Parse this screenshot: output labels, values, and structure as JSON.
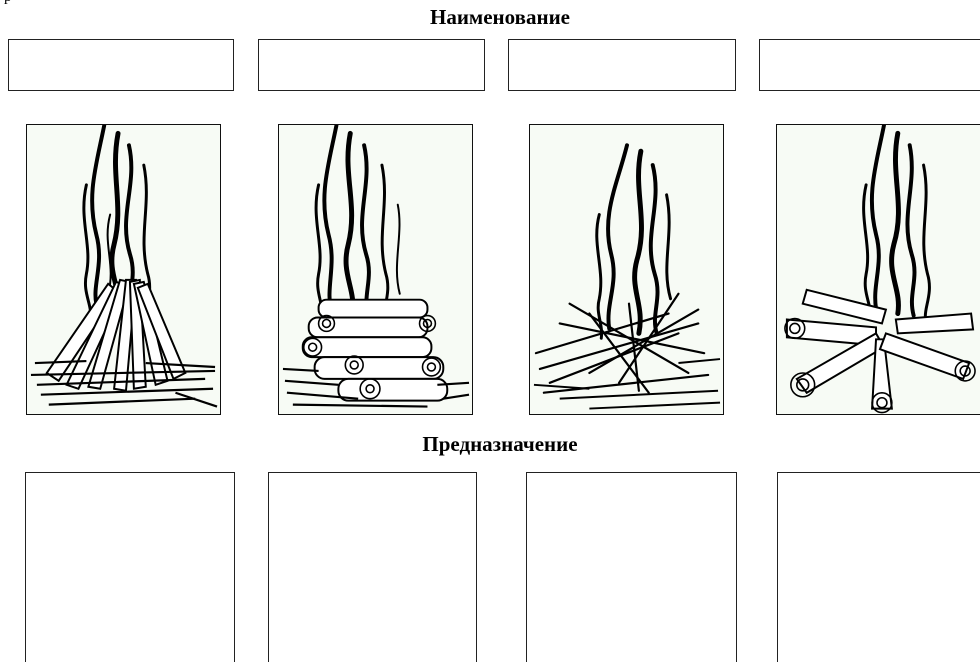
{
  "headings": {
    "name": "Наименование",
    "purpose": "Предназначение"
  },
  "fires": [
    {
      "id": "fire-1",
      "icon": "teepee-fire-icon",
      "name_value": "",
      "purpose_value": ""
    },
    {
      "id": "fire-2",
      "icon": "well-fire-icon",
      "name_value": "",
      "purpose_value": ""
    },
    {
      "id": "fire-3",
      "icon": "brushwood-fire-icon",
      "name_value": "",
      "purpose_value": ""
    },
    {
      "id": "fire-4",
      "icon": "star-fire-icon",
      "name_value": "",
      "purpose_value": ""
    }
  ],
  "colors": {
    "ink": "#000000",
    "frame_bg": "#f7fbf5",
    "box_border": "#222222"
  }
}
